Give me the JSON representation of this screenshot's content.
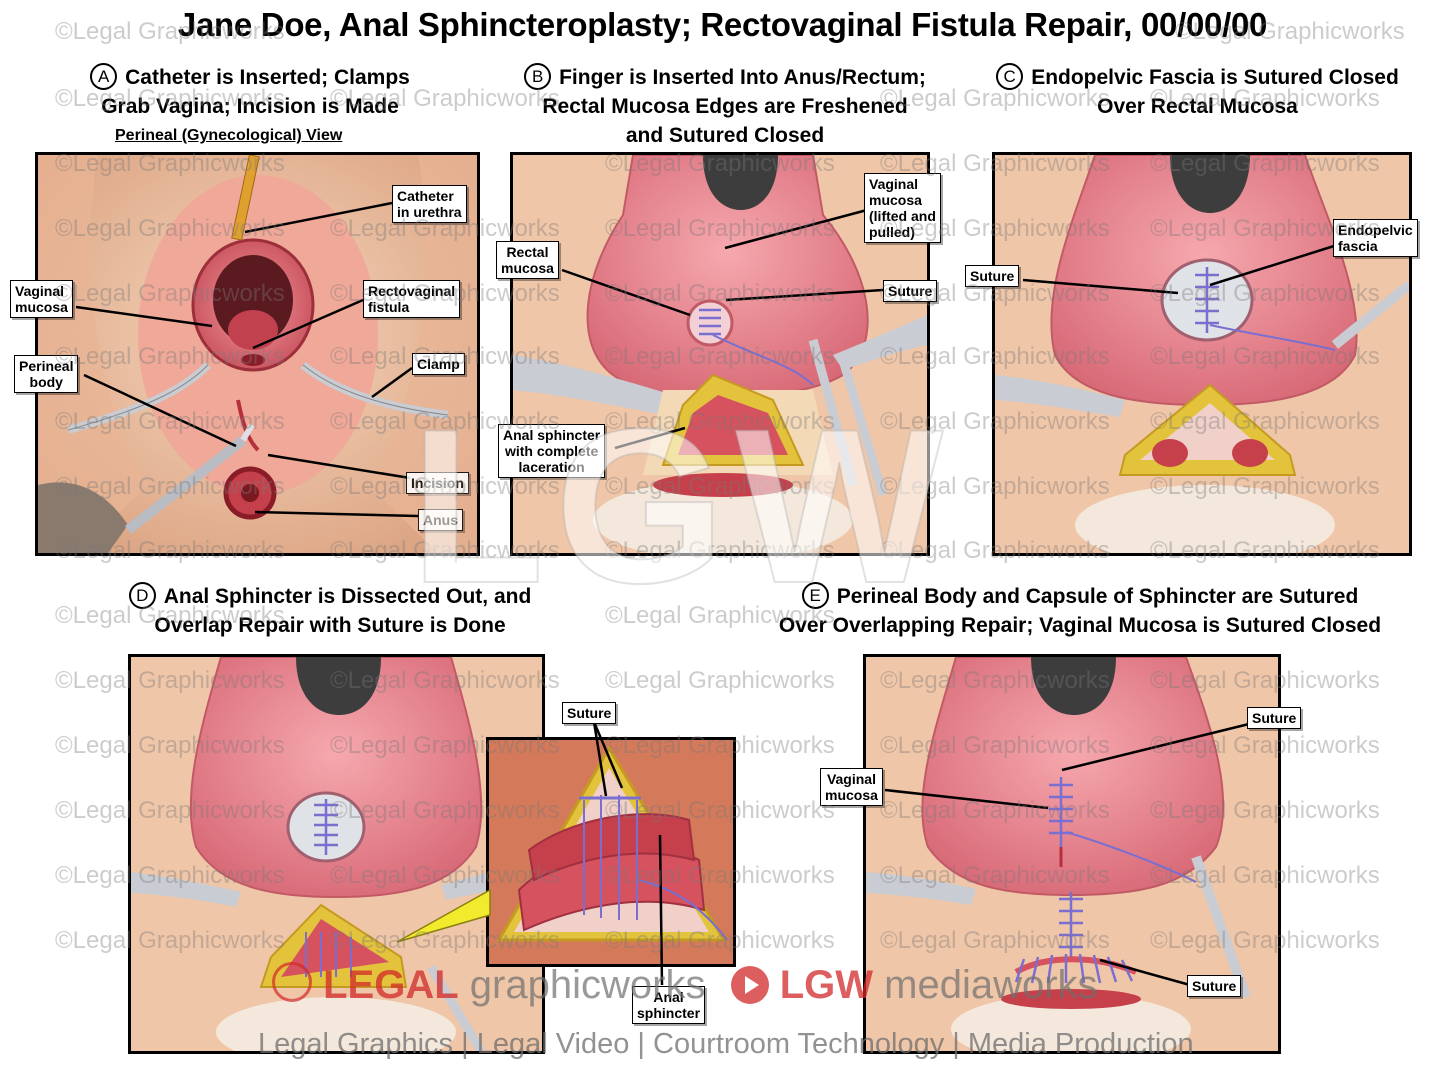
{
  "title": "Jane Doe, Anal Sphincteroplasty; Rectovaginal Fistula Repair, 00/00/00",
  "watermark": "©Legal Graphicworks",
  "steps": [
    {
      "badge": "A",
      "line1": "Catheter is Inserted; Clamps",
      "line2": "Grab Vagina; Incision is Made",
      "line3": ""
    },
    {
      "badge": "B",
      "line1": "Finger is Inserted Into Anus/Rectum;",
      "line2": "Rectal Mucosa Edges are Freshened",
      "line3": "and Sutured Closed"
    },
    {
      "badge": "C",
      "line1": "Endopelvic Fascia is Sutured Closed",
      "line2": "Over Rectal Mucosa",
      "line3": ""
    },
    {
      "badge": "D",
      "line1": "Anal Sphincter is Dissected Out, and",
      "line2": "Overlap Repair with Suture is Done",
      "line3": ""
    },
    {
      "badge": "E",
      "line1": "Perineal Body and Capsule of Sphincter are Sutured",
      "line2": "Over Overlapping Repair; Vaginal Mucosa is Sutured Closed",
      "line3": ""
    }
  ],
  "view_label": "Perineal (Gynecological) View",
  "labels": {
    "a_catheter": [
      "Catheter",
      "in urethra"
    ],
    "a_vaginal_mucosa": [
      "Vaginal",
      "mucosa"
    ],
    "a_rectovaginal_fistula": [
      "Rectovaginal",
      "fistula"
    ],
    "a_perineal_body": [
      "Perineal",
      "body"
    ],
    "a_clamp": [
      "Clamp"
    ],
    "a_incision": [
      "Incision"
    ],
    "a_anus": [
      "Anus"
    ],
    "b_vaginal_mucosa": [
      "Vaginal",
      "mucosa",
      "(lifted and",
      "pulled)"
    ],
    "b_rectal_mucosa": [
      "Rectal",
      "mucosa"
    ],
    "b_suture": [
      "Suture"
    ],
    "b_anal_sphincter": [
      "Anal sphincter",
      "with complete",
      "laceration"
    ],
    "c_endopelvic_fascia": [
      "Endopelvic",
      "fascia"
    ],
    "c_suture": [
      "Suture"
    ],
    "d_suture": [
      "Suture"
    ],
    "d_anal_sphincter": [
      "Anal",
      "sphincter"
    ],
    "e_suture_top": [
      "Suture"
    ],
    "e_vaginal_mucosa": [
      "Vaginal",
      "mucosa"
    ],
    "e_suture_bottom": [
      "Suture"
    ]
  },
  "branding": {
    "legal": "LEGAL",
    "graphicworks": "graphicworks",
    "lgw": "LGW",
    "mediaworks": "mediaworks",
    "monogram": "LGW",
    "tagline": "Legal Graphics | Legal Video | Courtroom Technology | Media Production"
  },
  "colors": {
    "skin": "#f2c8a8",
    "skin_dark": "#dca07c",
    "mucosa": "#e8707a",
    "mucosa_dark": "#b53a45",
    "suture": "#7a6fd0",
    "fat_yellow": "#e3c23c",
    "instrument": "#c9ccd2"
  }
}
